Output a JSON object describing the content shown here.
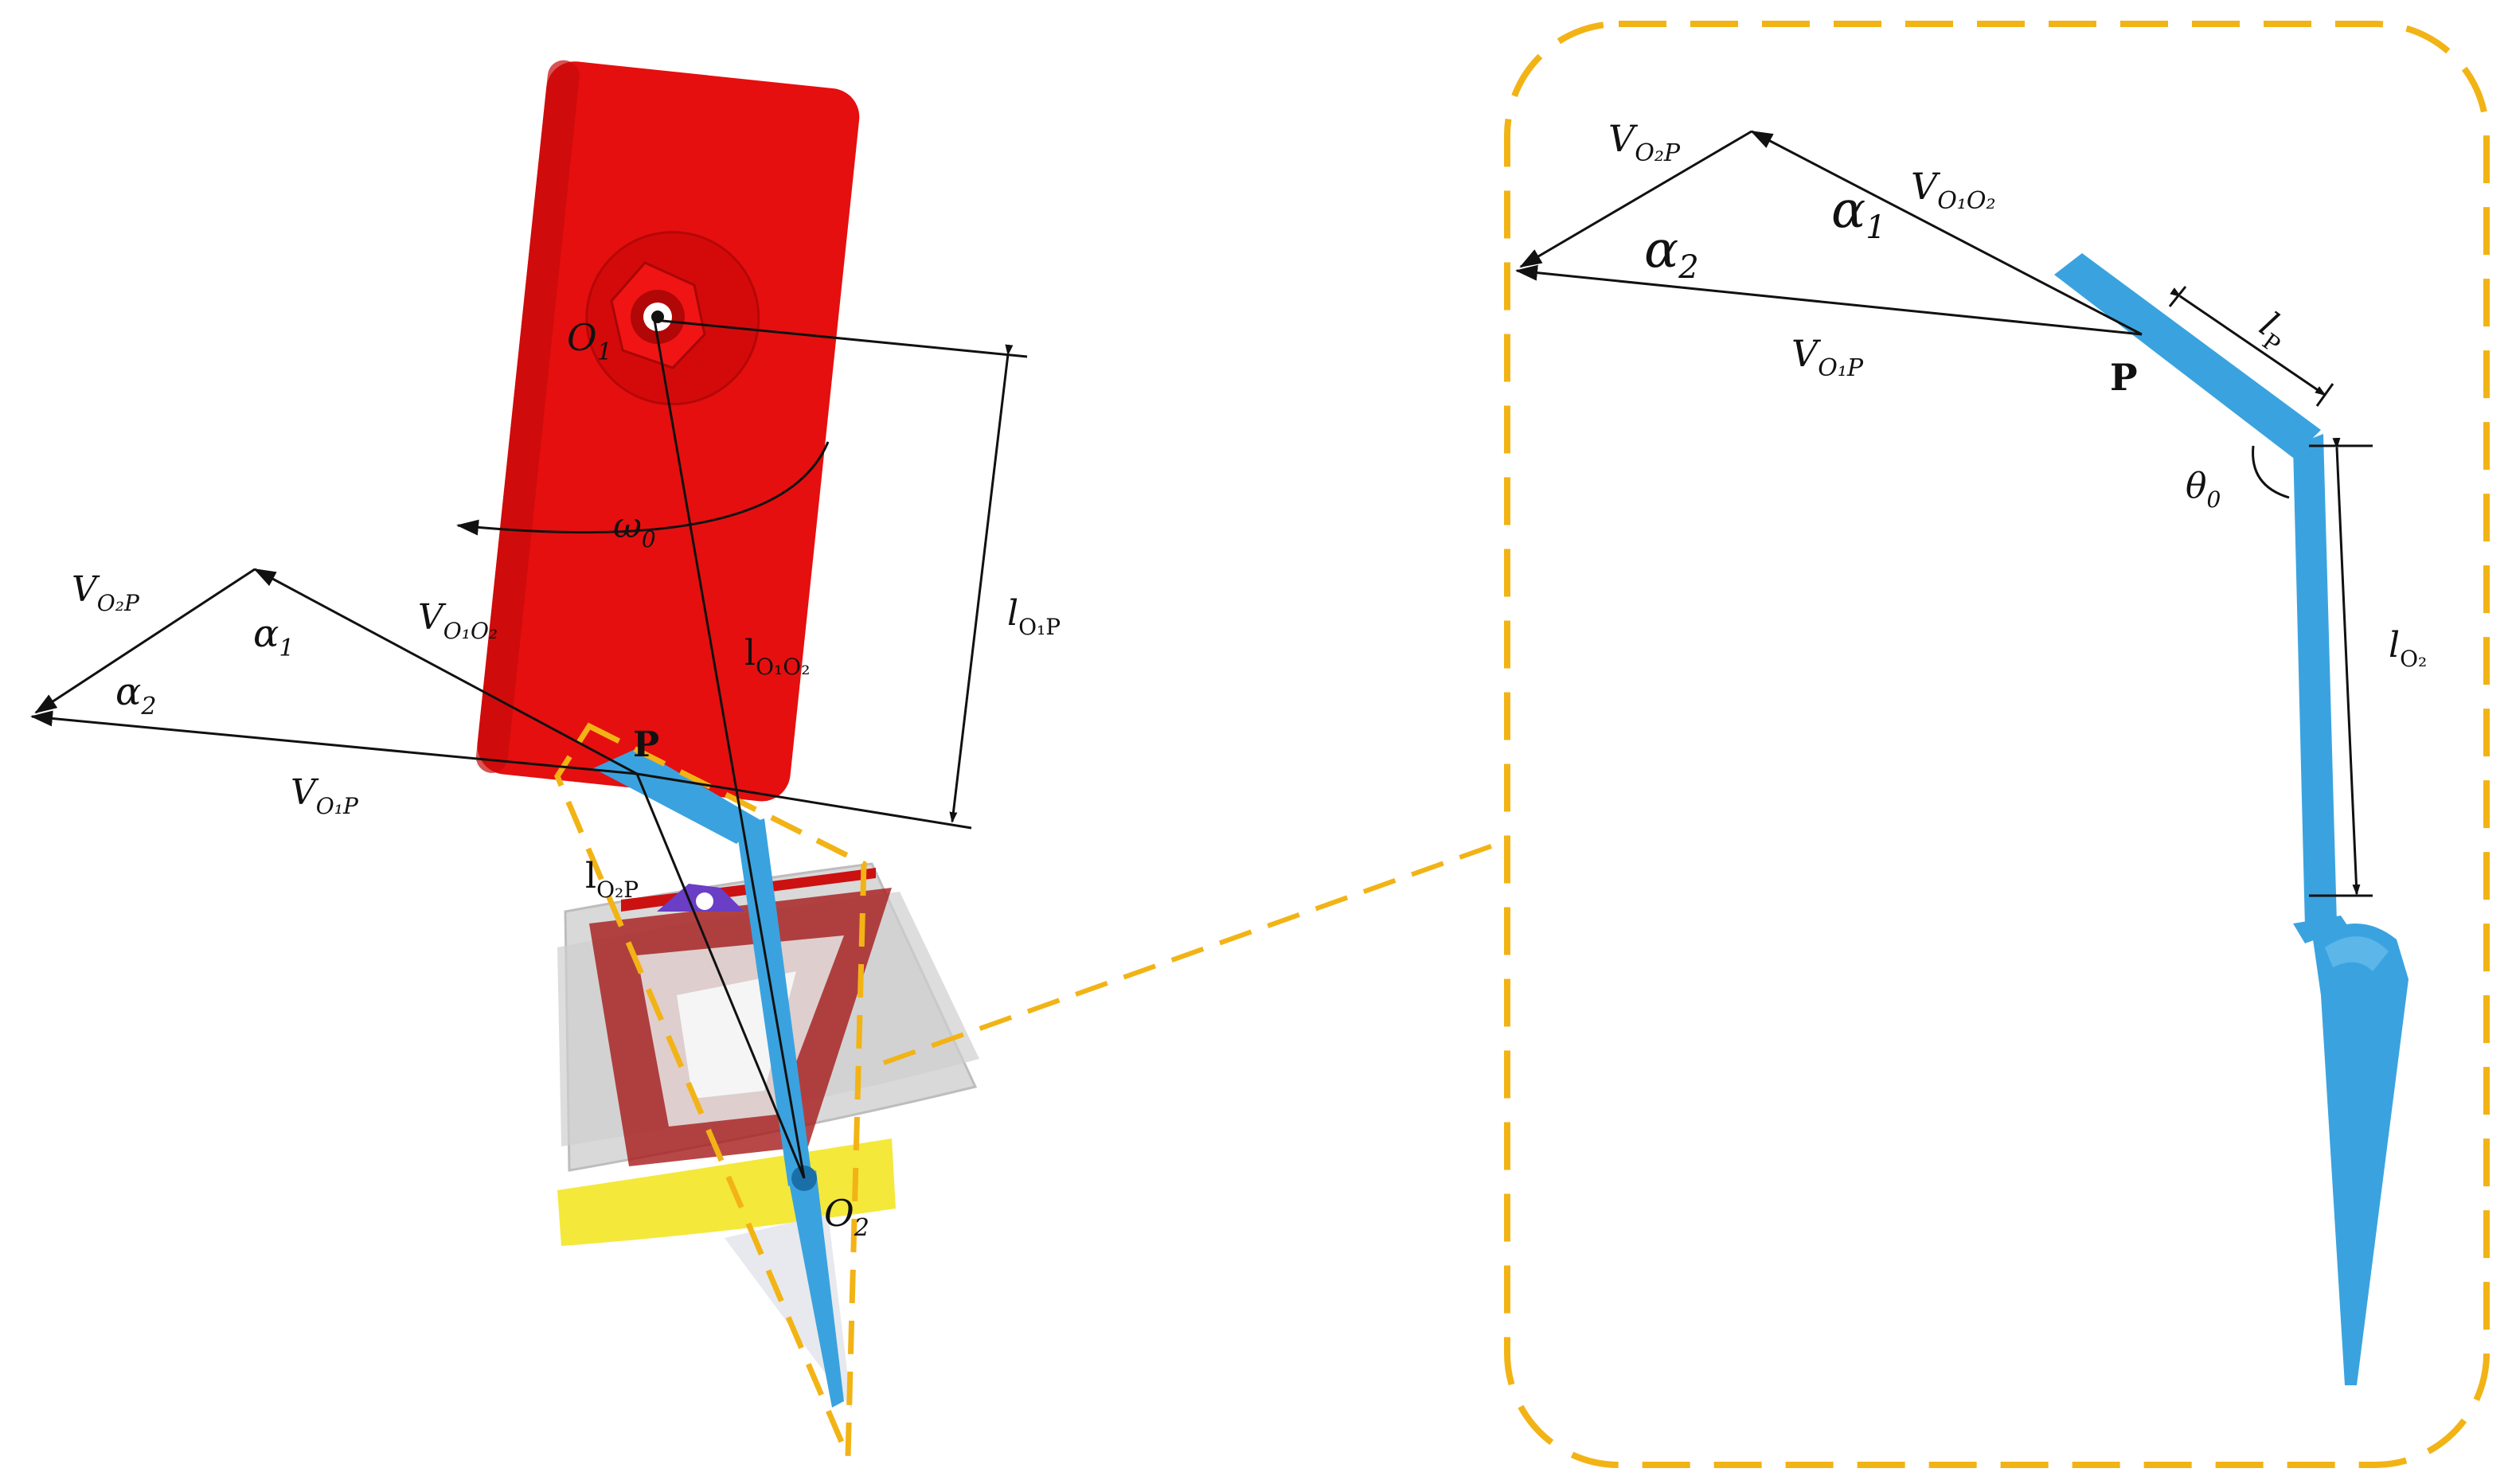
{
  "colors": {
    "plate": "#e50f0f",
    "plate_dark": "#b20606",
    "blade": "#3aa3df",
    "dashed": "#f2b315",
    "yellow_strip": "#f4e83b",
    "purple": "#6a3ec5",
    "line": "#111111"
  },
  "left": {
    "O1": {
      "base": "O",
      "sub": "1"
    },
    "O2": {
      "base": "O",
      "sub": "2"
    },
    "P": "P",
    "omega0": {
      "base": "ω",
      "sub": "0"
    },
    "lO1P": {
      "base": "l",
      "sub": "O₁P"
    },
    "lO1O2": {
      "base": "l",
      "sub": "O₁O₂"
    },
    "lO2P": {
      "base": "l",
      "sub": "O₂P"
    },
    "VO2P": {
      "base": "V",
      "sub": "O₂P"
    },
    "VO1O2": {
      "base": "V",
      "sub": "O₁O₂"
    },
    "VO1P": {
      "base": "V",
      "sub": "O₁P"
    },
    "alpha1": {
      "base": "α",
      "sub": "1"
    },
    "alpha2": {
      "base": "α",
      "sub": "2"
    }
  },
  "right": {
    "P": "P",
    "VO2P": {
      "base": "V",
      "sub": "O₂P"
    },
    "VO1O2": {
      "base": "V",
      "sub": "O₁O₂"
    },
    "VO1P": {
      "base": "V",
      "sub": "O₁P"
    },
    "alpha1": {
      "base": "α",
      "sub": "1"
    },
    "alpha2": {
      "base": "α",
      "sub": "2"
    },
    "lP": {
      "base": "l",
      "sub": "P"
    },
    "theta0": {
      "base": "θ",
      "sub": "0"
    },
    "lO2": {
      "base": "l",
      "sub": "O₂"
    }
  }
}
